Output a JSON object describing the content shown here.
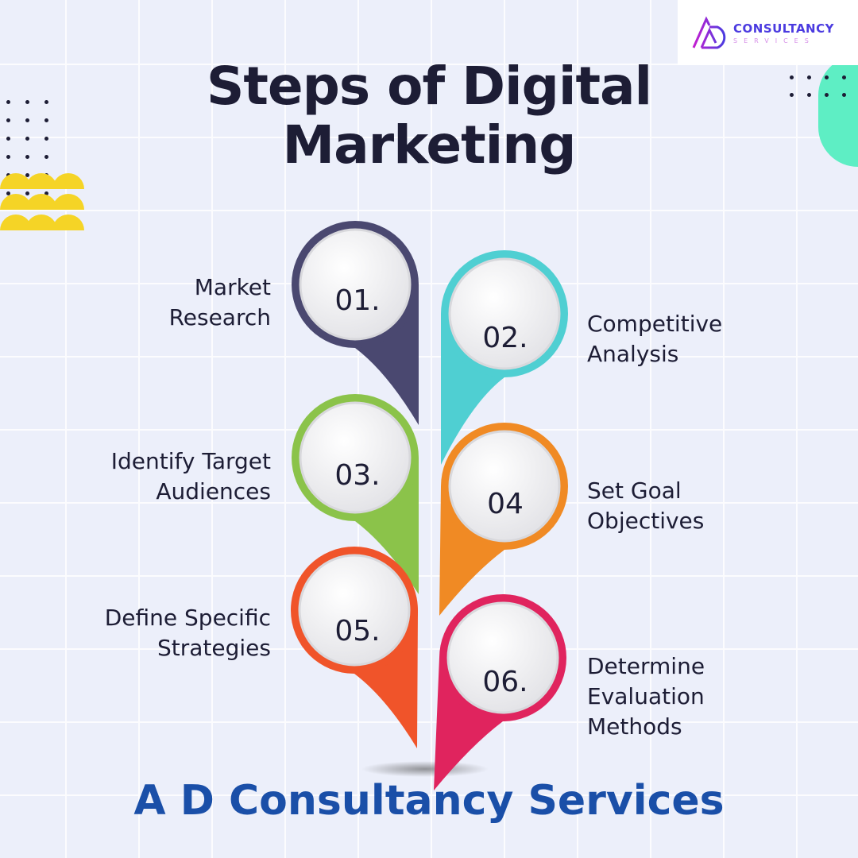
{
  "logo": {
    "name": "CONSULTANCY",
    "sub": "SERVICES"
  },
  "title": {
    "line1": "Steps of Digital",
    "line2": "Marketing"
  },
  "steps": [
    {
      "num": "01.",
      "label1": "Market",
      "label2": "Research",
      "color": "#4a4870"
    },
    {
      "num": "02.",
      "label1": "Competitive",
      "label2": "Analysis",
      "color": "#4fcfd2"
    },
    {
      "num": "03.",
      "label1": "Identify Target",
      "label2": "Audiences",
      "color": "#8bc34a"
    },
    {
      "num": "04",
      "label1": "Set Goal",
      "label2": "Objectives",
      "color": "#f08a24"
    },
    {
      "num": "05.",
      "label1": "Define Specific",
      "label2": "Strategies",
      "color": "#f0542a"
    },
    {
      "num": "06.",
      "label1": "Determine",
      "label2": "Evaluation",
      "label3": "Methods",
      "color": "#e0245e"
    }
  ],
  "footer": "A D Consultancy Services"
}
